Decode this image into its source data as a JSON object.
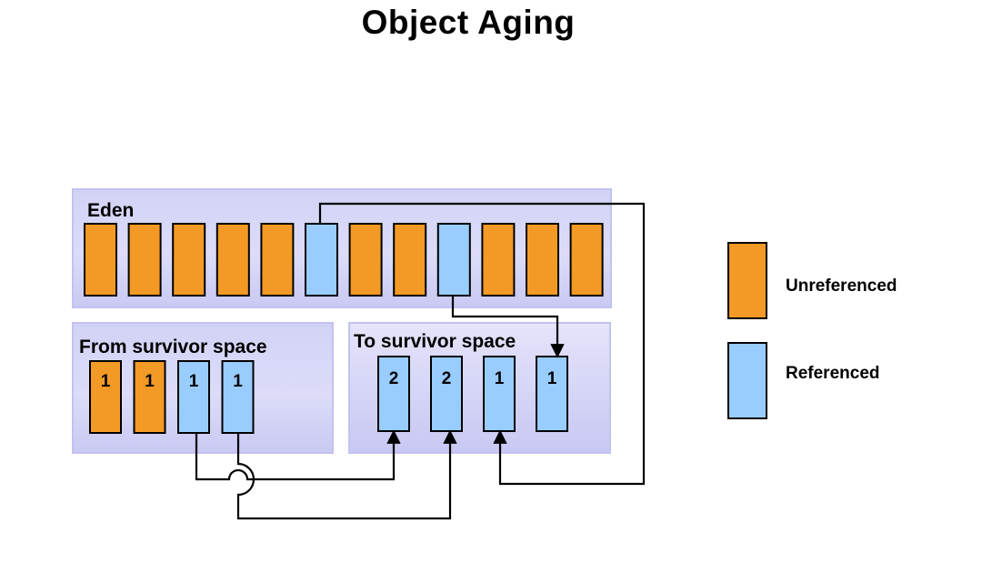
{
  "title": "Object Aging",
  "colors": {
    "unreferenced": "#f29a25",
    "referenced": "#99ccff",
    "region_fill": "#d4d4f7",
    "region_stroke": "#b8b8ee",
    "stroke": "#000000"
  },
  "eden": {
    "label": "Eden",
    "objects": [
      {
        "state": "unreferenced"
      },
      {
        "state": "unreferenced"
      },
      {
        "state": "unreferenced"
      },
      {
        "state": "unreferenced"
      },
      {
        "state": "unreferenced"
      },
      {
        "state": "referenced"
      },
      {
        "state": "unreferenced"
      },
      {
        "state": "unreferenced"
      },
      {
        "state": "referenced"
      },
      {
        "state": "unreferenced"
      },
      {
        "state": "unreferenced"
      },
      {
        "state": "unreferenced"
      }
    ]
  },
  "from_survivor": {
    "label": "From survivor  space",
    "objects": [
      {
        "state": "unreferenced",
        "age": "1"
      },
      {
        "state": "unreferenced",
        "age": "1"
      },
      {
        "state": "referenced",
        "age": "1"
      },
      {
        "state": "referenced",
        "age": "1"
      }
    ]
  },
  "to_survivor": {
    "label": "To survivor  space",
    "objects": [
      {
        "state": "referenced",
        "age": "2"
      },
      {
        "state": "referenced",
        "age": "2"
      },
      {
        "state": "referenced",
        "age": "1"
      },
      {
        "state": "referenced",
        "age": "1"
      }
    ]
  },
  "legend": [
    {
      "state": "unreferenced",
      "label": "Unreferenced"
    },
    {
      "state": "referenced",
      "label": "Referenced"
    }
  ]
}
